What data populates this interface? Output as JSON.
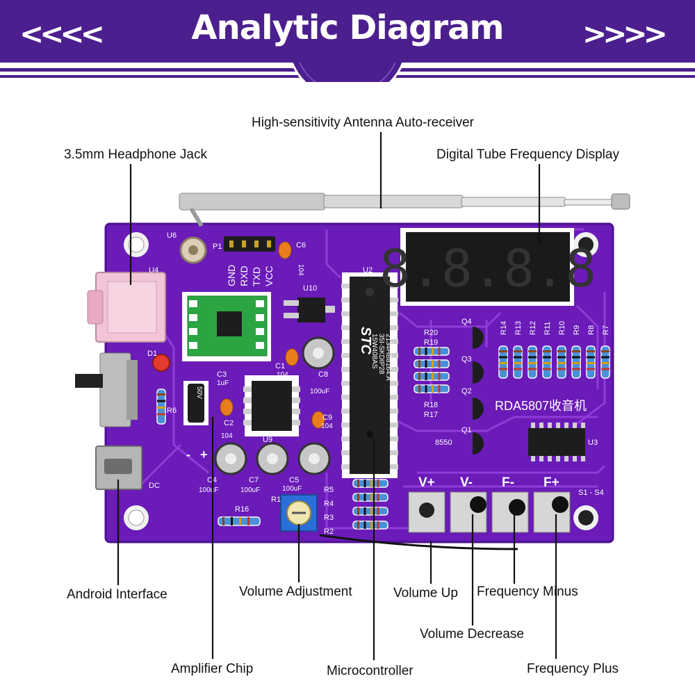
{
  "header": {
    "title": "Analytic Diagram",
    "left_arrows": "<<<<",
    "right_arrows": ">>>>"
  },
  "colors": {
    "banner": "#4b1f8e",
    "board": "#6a1bb8",
    "trace": "#9440dc",
    "leader": "#111111"
  },
  "callouts": {
    "antenna": "High-sensitivity Antenna Auto-receiver",
    "headphone": "3.5mm Headphone Jack",
    "display": "Digital Tube Frequency Display",
    "android": "Android Interface",
    "volume_adj": "Volume Adjustment",
    "volume_up": "Volume Up",
    "freq_minus": "Frequency Minus",
    "volume_down": "Volume Decrease",
    "amplifier": "Amplifier Chip",
    "mcu": "Microcontroller",
    "freq_plus": "Frequency Plus"
  },
  "board": {
    "name": "RDA5807收音机",
    "display_digits": "8.8.8.8",
    "pins": [
      "GND",
      "RXD",
      "TXD",
      "VCC"
    ],
    "buttons": [
      "V+",
      "V-",
      "F-",
      "F+"
    ],
    "chip_brand": "STC",
    "chip_text": [
      "15W408AS",
      "35I-SKDIP28",
      "2134HB8164.A"
    ],
    "refs": {
      "u6": "U6",
      "p1": "P1",
      "u4": "U4",
      "u2": "U2",
      "u10": "U10",
      "u9": "U9",
      "u3": "U3",
      "c6": "C6",
      "c6v": "104",
      "c1": "C1",
      "c1v": "104",
      "c3": "C3",
      "c3v": "1uF",
      "c2": "C2",
      "c2v": "104",
      "c8": "C8",
      "c8v": "100uF",
      "c9": "C9",
      "c9v": "104",
      "c4": "C4",
      "c4v": "100uF",
      "c7": "C7",
      "c7v": "100uF",
      "c5": "C5",
      "c5v": "100uF",
      "d1": "D1",
      "r6": "R6",
      "r16": "R16",
      "r1": "R1",
      "dc": "DC",
      "r5": "R5",
      "r4": "R4",
      "r3": "R3",
      "r2": "R2",
      "r20": "R20",
      "r19": "R19",
      "r18": "R18",
      "r17": "R17",
      "q1": "Q1",
      "q2": "Q2",
      "q3": "Q3",
      "q4": "Q4",
      "q_type": "8550",
      "r14": "R14",
      "r13": "R13",
      "r12": "R12",
      "r11": "R11",
      "r10": "R10",
      "r9": "R9",
      "r8": "R8",
      "r7": "R7",
      "sw": "S1 - S4",
      "minus": "-",
      "plus": "+",
      "cap50v": "50V"
    }
  }
}
